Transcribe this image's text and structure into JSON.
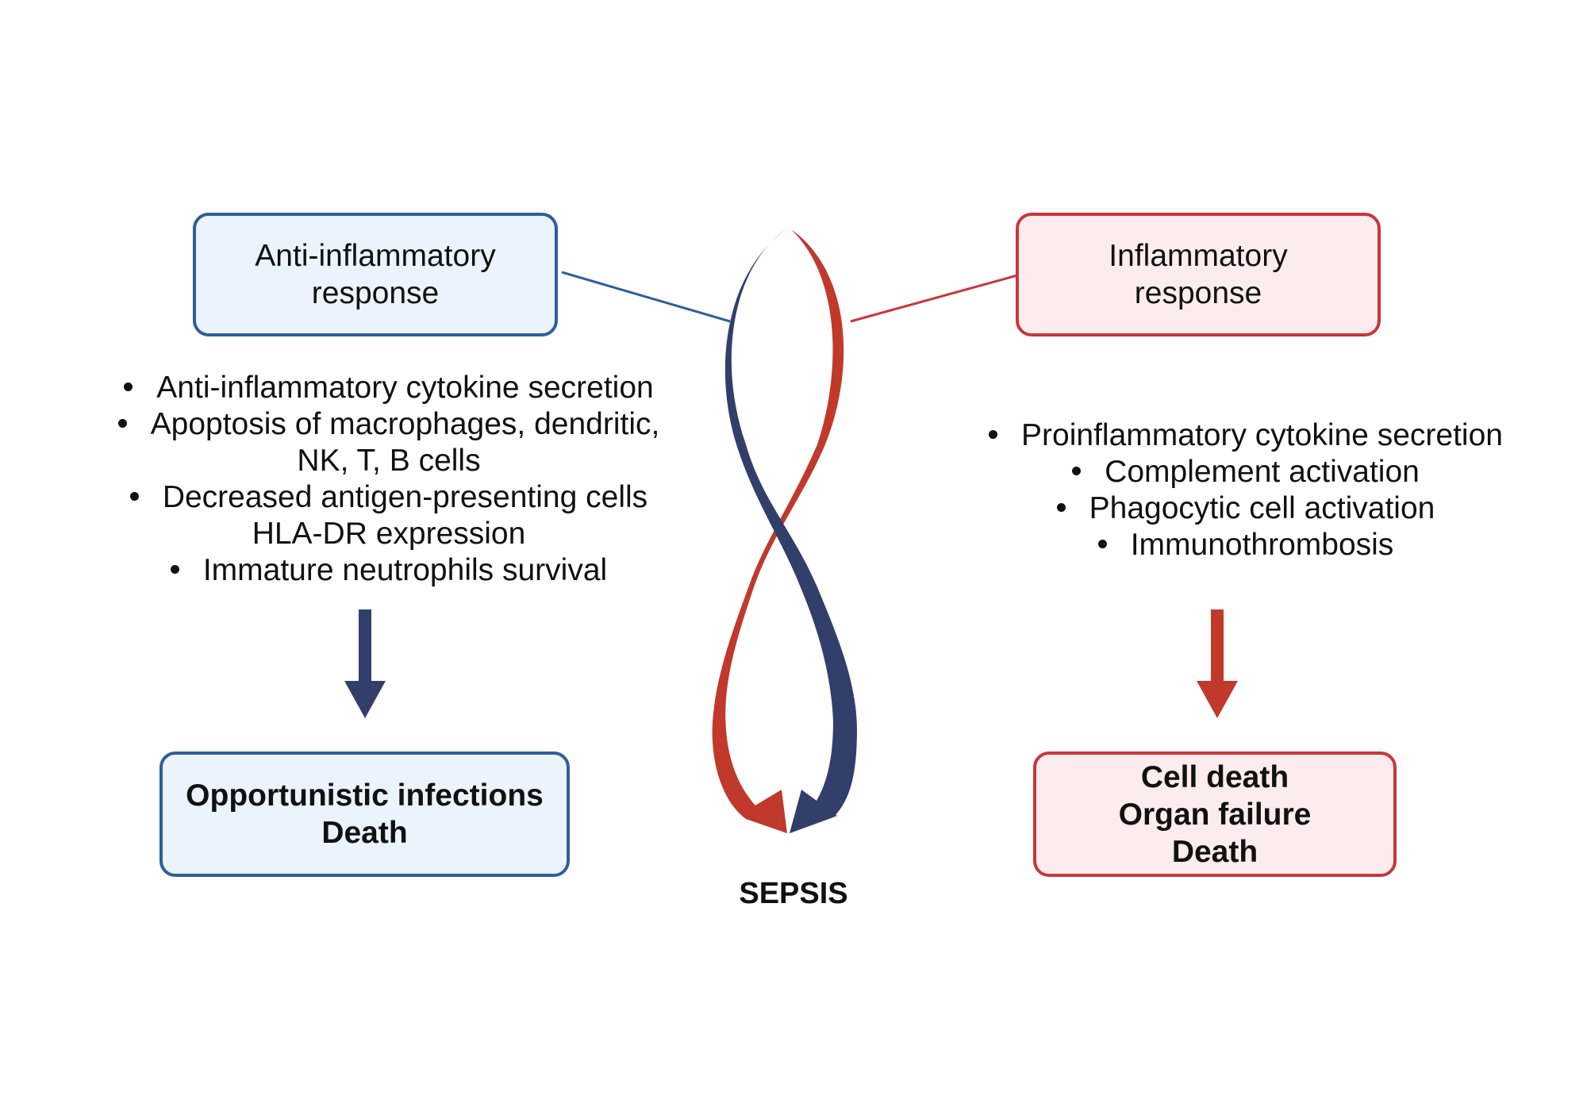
{
  "left": {
    "header_lines": [
      "Anti-inflammatory",
      "response"
    ],
    "bullets": [
      {
        "lines": [
          "Anti-inflammatory cytokine secretion"
        ]
      },
      {
        "lines": [
          "Apoptosis of macrophages, dendritic,",
          "NK, T, B cells"
        ]
      },
      {
        "lines": [
          "Decreased antigen-presenting cells",
          "HLA-DR expression"
        ]
      },
      {
        "lines": [
          "Immature neutrophils survival"
        ]
      }
    ],
    "outcome_lines": [
      "Opportunistic infections",
      "Death"
    ],
    "color": "#2e5f98",
    "arrow_color": "#323f6b"
  },
  "right": {
    "header_lines": [
      "Inflammatory",
      "response"
    ],
    "bullets": [
      {
        "lines": [
          "Proinflammatory cytokine secretion"
        ]
      },
      {
        "lines": [
          "Complement activation"
        ]
      },
      {
        "lines": [
          "Phagocytic cell activation"
        ]
      },
      {
        "lines": [
          "Immunothrombosis"
        ]
      }
    ],
    "outcome_lines": [
      "Cell death",
      "Organ failure",
      "Death"
    ],
    "color": "#c9363a",
    "arrow_color": "#c0392b"
  },
  "center": {
    "label": "SEPSIS"
  }
}
